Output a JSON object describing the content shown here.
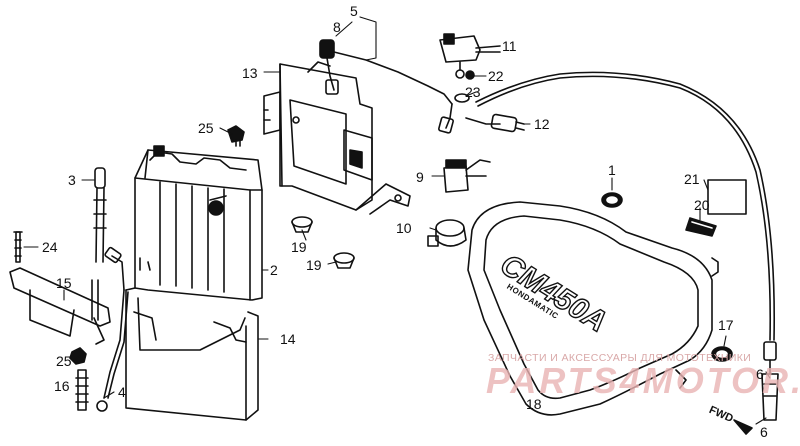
{
  "labels": {
    "p1": "1",
    "p2": "2",
    "p3": "3",
    "p4": "4",
    "p5": "5",
    "p6": "6",
    "p8": "8",
    "p9": "9",
    "p10": "10",
    "p11": "11",
    "p12": "12",
    "p13": "13",
    "p14": "14",
    "p15": "15",
    "p16": "16",
    "p17": "17",
    "p18": "18",
    "p19a": "19",
    "p19b": "19",
    "p20": "20",
    "p21": "21",
    "p22": "22",
    "p23": "23",
    "p24": "24",
    "p25a": "25",
    "p25b": "25"
  },
  "cover_text": {
    "model": "CM450A",
    "subtitle": "HONDAMATIC"
  },
  "fwd_label": "FWD",
  "watermark": {
    "line1": "ЗАПЧАСТИ И АКСЕССУАРЫ ДЛЯ МОТОТЕХНИКИ",
    "line2": "PARTS4MOTOR.RU"
  },
  "colors": {
    "ink": "#111111",
    "watermark": "#e9b3b3",
    "background": "#ffffff"
  }
}
